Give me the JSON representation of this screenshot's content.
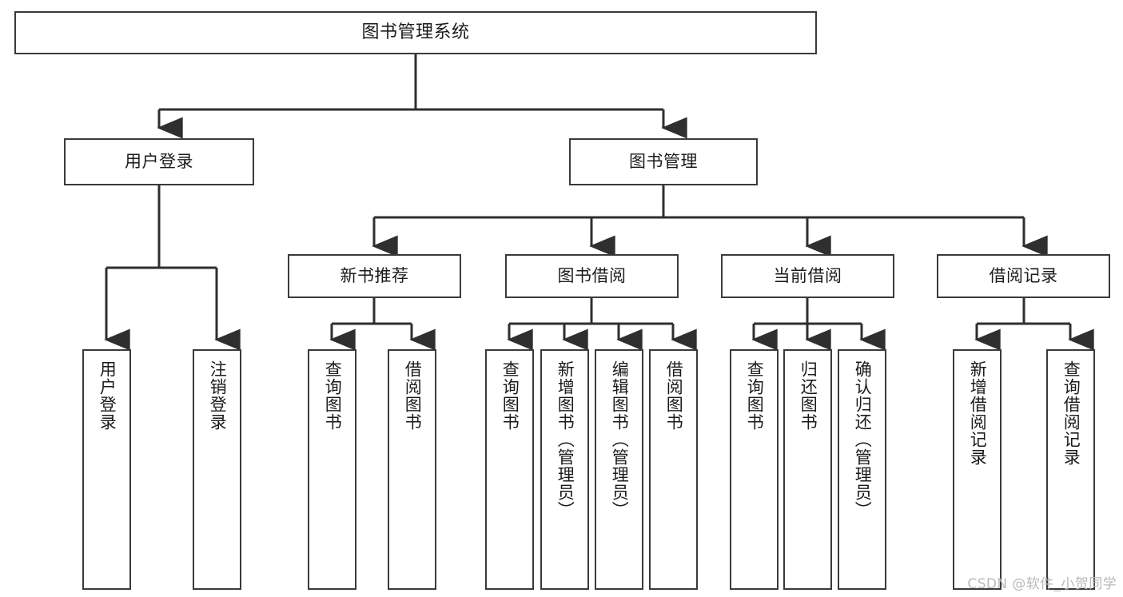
{
  "diagram": {
    "title": "图书管理系统",
    "type": "tree",
    "watermark": "CSDN @软件_小贺同学",
    "colors": {
      "background": "#ffffff",
      "border": "#3a3a3a",
      "text": "#1b1b1b",
      "edge": "#2f2f2f",
      "watermark": "#b9b9b9"
    },
    "nodes": {
      "root": {
        "label": "图书管理系统"
      },
      "level2": [
        {
          "id": "user-login",
          "label": "用户登录"
        },
        {
          "id": "book-manage",
          "label": "图书管理"
        }
      ],
      "level3": [
        {
          "id": "new-book-recommend",
          "label": "新书推荐"
        },
        {
          "id": "book-borrow",
          "label": "图书借阅"
        },
        {
          "id": "current-borrow",
          "label": "当前借阅"
        },
        {
          "id": "borrow-record",
          "label": "借阅记录"
        }
      ],
      "leaves": {
        "user_login": [
          {
            "id": "leaf-user-login",
            "label": "用户登录"
          },
          {
            "id": "leaf-logout-login",
            "label": "注销登录"
          }
        ],
        "new_book_recommend": [
          {
            "id": "leaf-query-book-1",
            "label": "查询图书"
          },
          {
            "id": "leaf-borrow-book-1",
            "label": "借阅图书"
          }
        ],
        "book_borrow": [
          {
            "id": "leaf-query-book-2",
            "label": "查询图书"
          },
          {
            "id": "leaf-add-book",
            "label": "新增图书（管理员）"
          },
          {
            "id": "leaf-edit-book",
            "label": "编辑图书（管理员）"
          },
          {
            "id": "leaf-borrow-book-2",
            "label": "借阅图书"
          }
        ],
        "current_borrow": [
          {
            "id": "leaf-query-book-3",
            "label": "查询图书"
          },
          {
            "id": "leaf-return-book",
            "label": "归还图书"
          },
          {
            "id": "leaf-confirm-return",
            "label": "确认归还（管理员）"
          }
        ],
        "borrow_record": [
          {
            "id": "leaf-add-record",
            "label": "新增借阅记录"
          },
          {
            "id": "leaf-query-record",
            "label": "查询借阅记录"
          }
        ]
      }
    }
  }
}
